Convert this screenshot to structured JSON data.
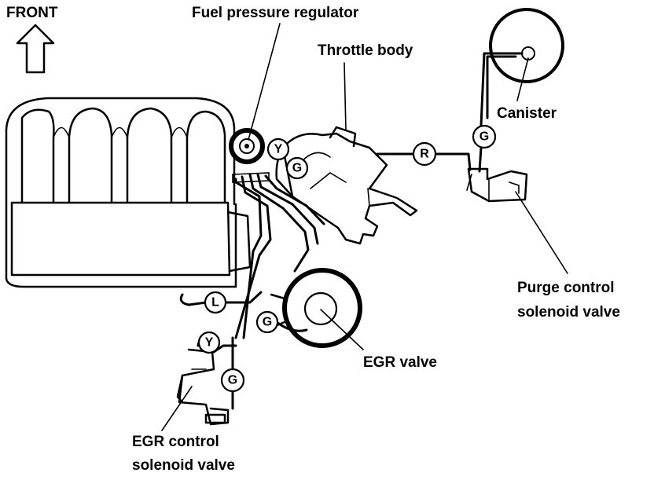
{
  "labels": {
    "front": "FRONT",
    "fuel_pressure_regulator": "Fuel pressure regulator",
    "throttle_body": "Throttle body",
    "canister": "Canister",
    "purge_control_line1": "Purge control",
    "purge_control_line2": "solenoid valve",
    "egr_valve": "EGR valve",
    "egr_control_line1": "EGR control",
    "egr_control_line2": "solenoid valve"
  },
  "hose_codes": {
    "y_top": "Y",
    "g_top": "G",
    "r": "R",
    "g_canister": "G",
    "l": "L",
    "g_egr": "G",
    "y_lower": "Y",
    "g_lower": "G"
  },
  "colors": {
    "line": "#000000",
    "background": "#ffffff"
  }
}
